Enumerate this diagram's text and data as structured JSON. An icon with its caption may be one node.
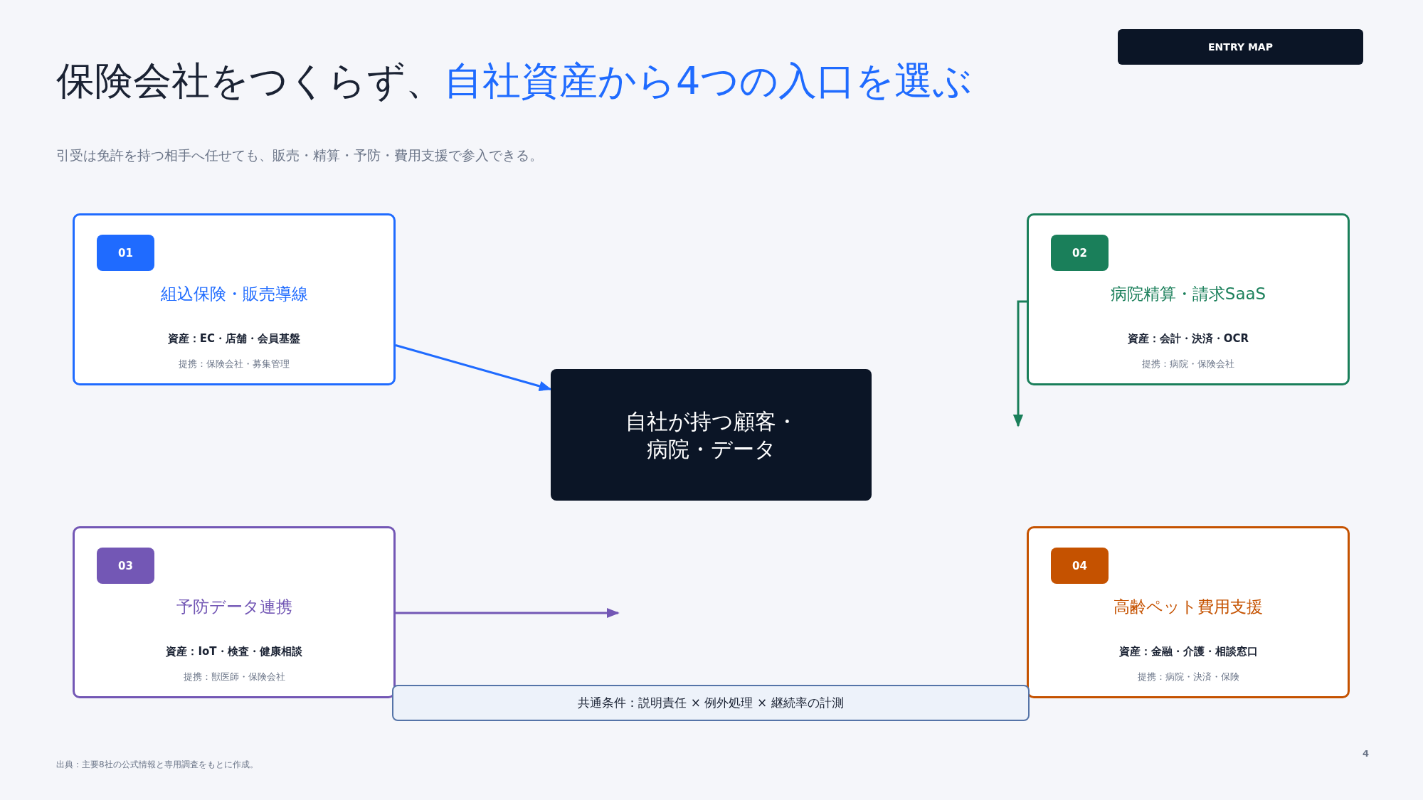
{
  "diagram": {
    "title": "保険会社をつくらず、",
    "nodes": [
      {
        "text": [
          "組込保険・販売導線",
          "資産：EC・店舗・会員基盤",
          "提携：保険会社・募集管理"
        ]
      },
      {
        "text": [
          "01"
        ],
        "in": 0
      },
      {
        "text": [
          "病院精算・請求SaaS",
          "資産：会計・決済・OCR",
          "提携：病院・保険会社"
        ]
      },
      {
        "text": [
          "02"
        ],
        "in": 2
      },
      {
        "text": [
          "自社が持つ顧客・病院・データ"
        ]
      },
      {
        "text": [
          "予防データ連携",
          "資産：IoT・検査・健康相談",
          "提携：獣医師・保険会社"
        ]
      },
      {
        "text": [
          "03"
        ],
        "in": 5
      },
      {
        "text": [
          "高齢ペット費用支援",
          "資産：金融・介護・相談窓口",
          "提携：病院・決済・保険"
        ]
      },
      {
        "text": [
          "04"
        ],
        "in": 7
      },
      {
        "text": [
          "共通条件：説明責任 × 例外処理 × 継続率の計測"
        ]
      },
      {
        "text": [
          "ENTRY MAP"
        ]
      }
    ],
    "edges": [
      {
        "from": 0,
        "to": 4,
        "arrow": "to",
        "color": "#1f6bff"
      },
      {
        "from": 2,
        "to": null,
        "arrow": "to",
        "color": "#1a7f5a"
      },
      {
        "from": 5,
        "to": null,
        "arrow": "to",
        "color": "#7357b5"
      }
    ],
    "labels": [
      "自社資産から4つの入口を選ぶ",
      "引受は免許を持つ相手へ任せても、販売・精算・予防・費用支援で参入できる。",
      "出典：主要8社の公式情報と専用調査をもとに作成。",
      "4"
    ]
  }
}
